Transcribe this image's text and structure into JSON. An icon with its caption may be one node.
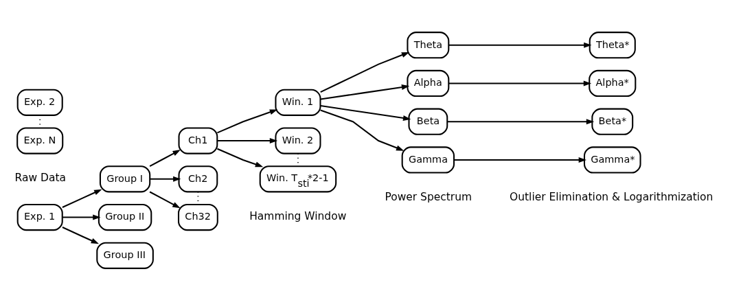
{
  "diagram": {
    "nodes": [
      {
        "text": [
          "Exp. 1"
        ]
      },
      {
        "text": [
          "Exp. 2"
        ]
      },
      {
        "text": [
          "Exp. N"
        ]
      },
      {
        "text": [
          "Group I"
        ]
      },
      {
        "text": [
          "Group II"
        ]
      },
      {
        "text": [
          "Group III"
        ]
      },
      {
        "text": [
          "Ch1"
        ]
      },
      {
        "text": [
          "Ch2"
        ]
      },
      {
        "text": [
          "Ch32"
        ]
      },
      {
        "text": [
          "Win. 1"
        ]
      },
      {
        "text": [
          "Win. 2"
        ]
      },
      {
        "text": [
          "Win. T$_{sti}$*2-1"
        ]
      },
      {
        "text": [
          "Theta"
        ]
      },
      {
        "text": [
          "Alpha"
        ]
      },
      {
        "text": [
          "Beta"
        ]
      },
      {
        "text": [
          "Gamma"
        ]
      },
      {
        "text": [
          "Theta*"
        ]
      },
      {
        "text": [
          "Alpha*"
        ]
      },
      {
        "text": [
          "Beta*"
        ]
      },
      {
        "text": [
          "Gamma*"
        ]
      }
    ],
    "edges": [
      {
        "from": 0,
        "to": 3,
        "arrow": "to"
      },
      {
        "from": 0,
        "to": 4,
        "arrow": "to"
      },
      {
        "from": 0,
        "to": 5,
        "arrow": "to"
      },
      {
        "from": 1,
        "to": 2,
        "arrow": "none",
        "style": "dashed"
      },
      {
        "from": 3,
        "to": 6,
        "arrow": "to"
      },
      {
        "from": 3,
        "to": 7,
        "arrow": "to"
      },
      {
        "from": 3,
        "to": 8,
        "arrow": "to"
      },
      {
        "from": 7,
        "to": 8,
        "arrow": "none",
        "style": "dashed"
      },
      {
        "from": 6,
        "to": 9,
        "arrow": "to"
      },
      {
        "from": 6,
        "to": 10,
        "arrow": "to"
      },
      {
        "from": 6,
        "to": 11,
        "arrow": "to"
      },
      {
        "from": 10,
        "to": 11,
        "arrow": "none",
        "style": "dashed"
      },
      {
        "from": 9,
        "to": 12,
        "arrow": "to"
      },
      {
        "from": 9,
        "to": 13,
        "arrow": "to"
      },
      {
        "from": 9,
        "to": 14,
        "arrow": "to"
      },
      {
        "from": 9,
        "to": 15,
        "arrow": "to"
      },
      {
        "from": 12,
        "to": 16,
        "arrow": "to"
      },
      {
        "from": 13,
        "to": 17,
        "arrow": "to"
      },
      {
        "from": 14,
        "to": 18,
        "arrow": "to"
      },
      {
        "from": 15,
        "to": 19,
        "arrow": "to"
      }
    ],
    "labels": [
      "Raw Data",
      "Hamming Window",
      "Power Spectrum",
      "Outlier Elimination & Logarithmization"
    ]
  }
}
